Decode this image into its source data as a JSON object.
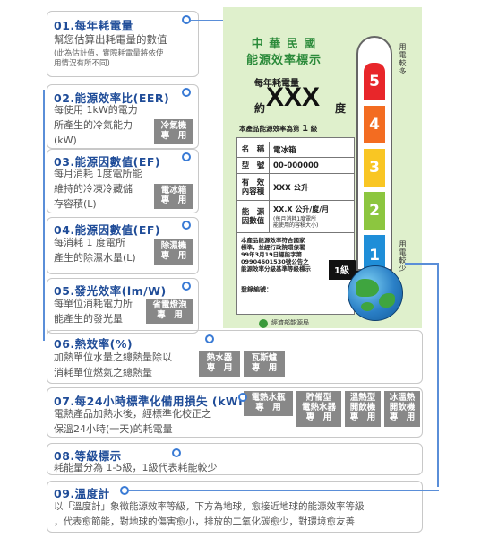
{
  "sections": {
    "s01": {
      "title": "01.每年耗電量",
      "line1": "幫您估算出耗電量的數值",
      "note1": "(此為估計值，實際耗電量將依使",
      "note2": "用情況有所不同)"
    },
    "s02": {
      "title": "02.能源效率比(EER)",
      "line1": "每使用 1kW的電力",
      "line2": "所產生的冷氣能力",
      "line3": "(kW)",
      "tag1": "冷氣機",
      "tag2": "專　用"
    },
    "s03": {
      "title": "03.能源因數值(EF)",
      "line1": "每月消耗 1度電所能",
      "line2": "維持的冷凍冷藏儲",
      "line3": "存容積(L)",
      "tag1": "電冰箱",
      "tag2": "專　用"
    },
    "s04": {
      "title": "04.能源因數值(EF)",
      "line1": "每消耗 1 度電所",
      "line2": "產生的除濕水量(L)",
      "tag1": "除濕機",
      "tag2": "專　用"
    },
    "s05": {
      "title": "05.發光效率(lm/W)",
      "line1": "每單位消耗電力所",
      "line2": "能產生的發光量",
      "tag1": "省電燈泡",
      "tag2": "專　用"
    },
    "s06": {
      "title": "06.熱效率(%)",
      "line1": "加熱單位水量之總熱量除以",
      "line2": "消耗單位燃氣之總熱量",
      "tagA1": "熱水器",
      "tagA2": "專　用",
      "tagB1": "瓦斯爐",
      "tagB2": "專　用"
    },
    "s07": {
      "title": "07.每24小時標準化備用損失 (kWh)",
      "line1": "電熱產品加熱水後，經標準化校正之",
      "line2": "保溫24小時(一天)的耗電量",
      "tags": [
        [
          "電熱水瓶",
          "專　用"
        ],
        [
          "貯備型",
          "電熱水器",
          "專　用"
        ],
        [
          "溫熱型",
          "開飲機",
          "專　用"
        ],
        [
          "冰溫熱",
          "開飲機",
          "專　用"
        ]
      ]
    },
    "s08": {
      "title": "08.等級標示",
      "line1": "耗能量分為 1-5級，1級代表耗能較少"
    },
    "s09": {
      "title": "09.溫度計",
      "line1": "以「溫度計」象徵能源效率等級，下方為地球，愈接近地球的能源效率等級",
      "line2": "，代表愈節能，對地球的傷害愈小，排放的二氧化碳愈少，對環境愈友善"
    }
  },
  "label": {
    "title1": "中 華 民 國",
    "title2": "能源效率標示",
    "annual": "每年耗電量",
    "approx": "約",
    "xxx": "XXX",
    "unit": "度",
    "gradeLine": "本產品能源效率為第",
    "gradeNum": "1",
    "gradeUnit": "級",
    "rows": [
      {
        "k": "名　稱",
        "v": "電冰箱"
      },
      {
        "k": "型　號",
        "v": "00-000000"
      },
      {
        "k": "有　效\n內容積",
        "v": "XXX 公升"
      },
      {
        "k": "能　源\n因數值",
        "v": "XX.X 公升/度/月",
        "sub": "(每月消耗1度電所\n能使用的容積大小)"
      }
    ],
    "notice": [
      "本產品能源效率符合國家",
      "標準，並經行政院環保署",
      "99年3月19日經能字第",
      "09904601530號公告之",
      "能源效率分級基準等級標示"
    ],
    "reg": "登錄編號：",
    "bureau": "經濟部能源局",
    "pointer": "1級",
    "moreEnergy": "用電較多",
    "lessEnergy": "用電較少",
    "grades": [
      "5",
      "4",
      "3",
      "2",
      "1"
    ],
    "gradeColors": [
      "#e8262a",
      "#f36c21",
      "#f9c623",
      "#8cc63f",
      "#1f8ed8"
    ]
  }
}
